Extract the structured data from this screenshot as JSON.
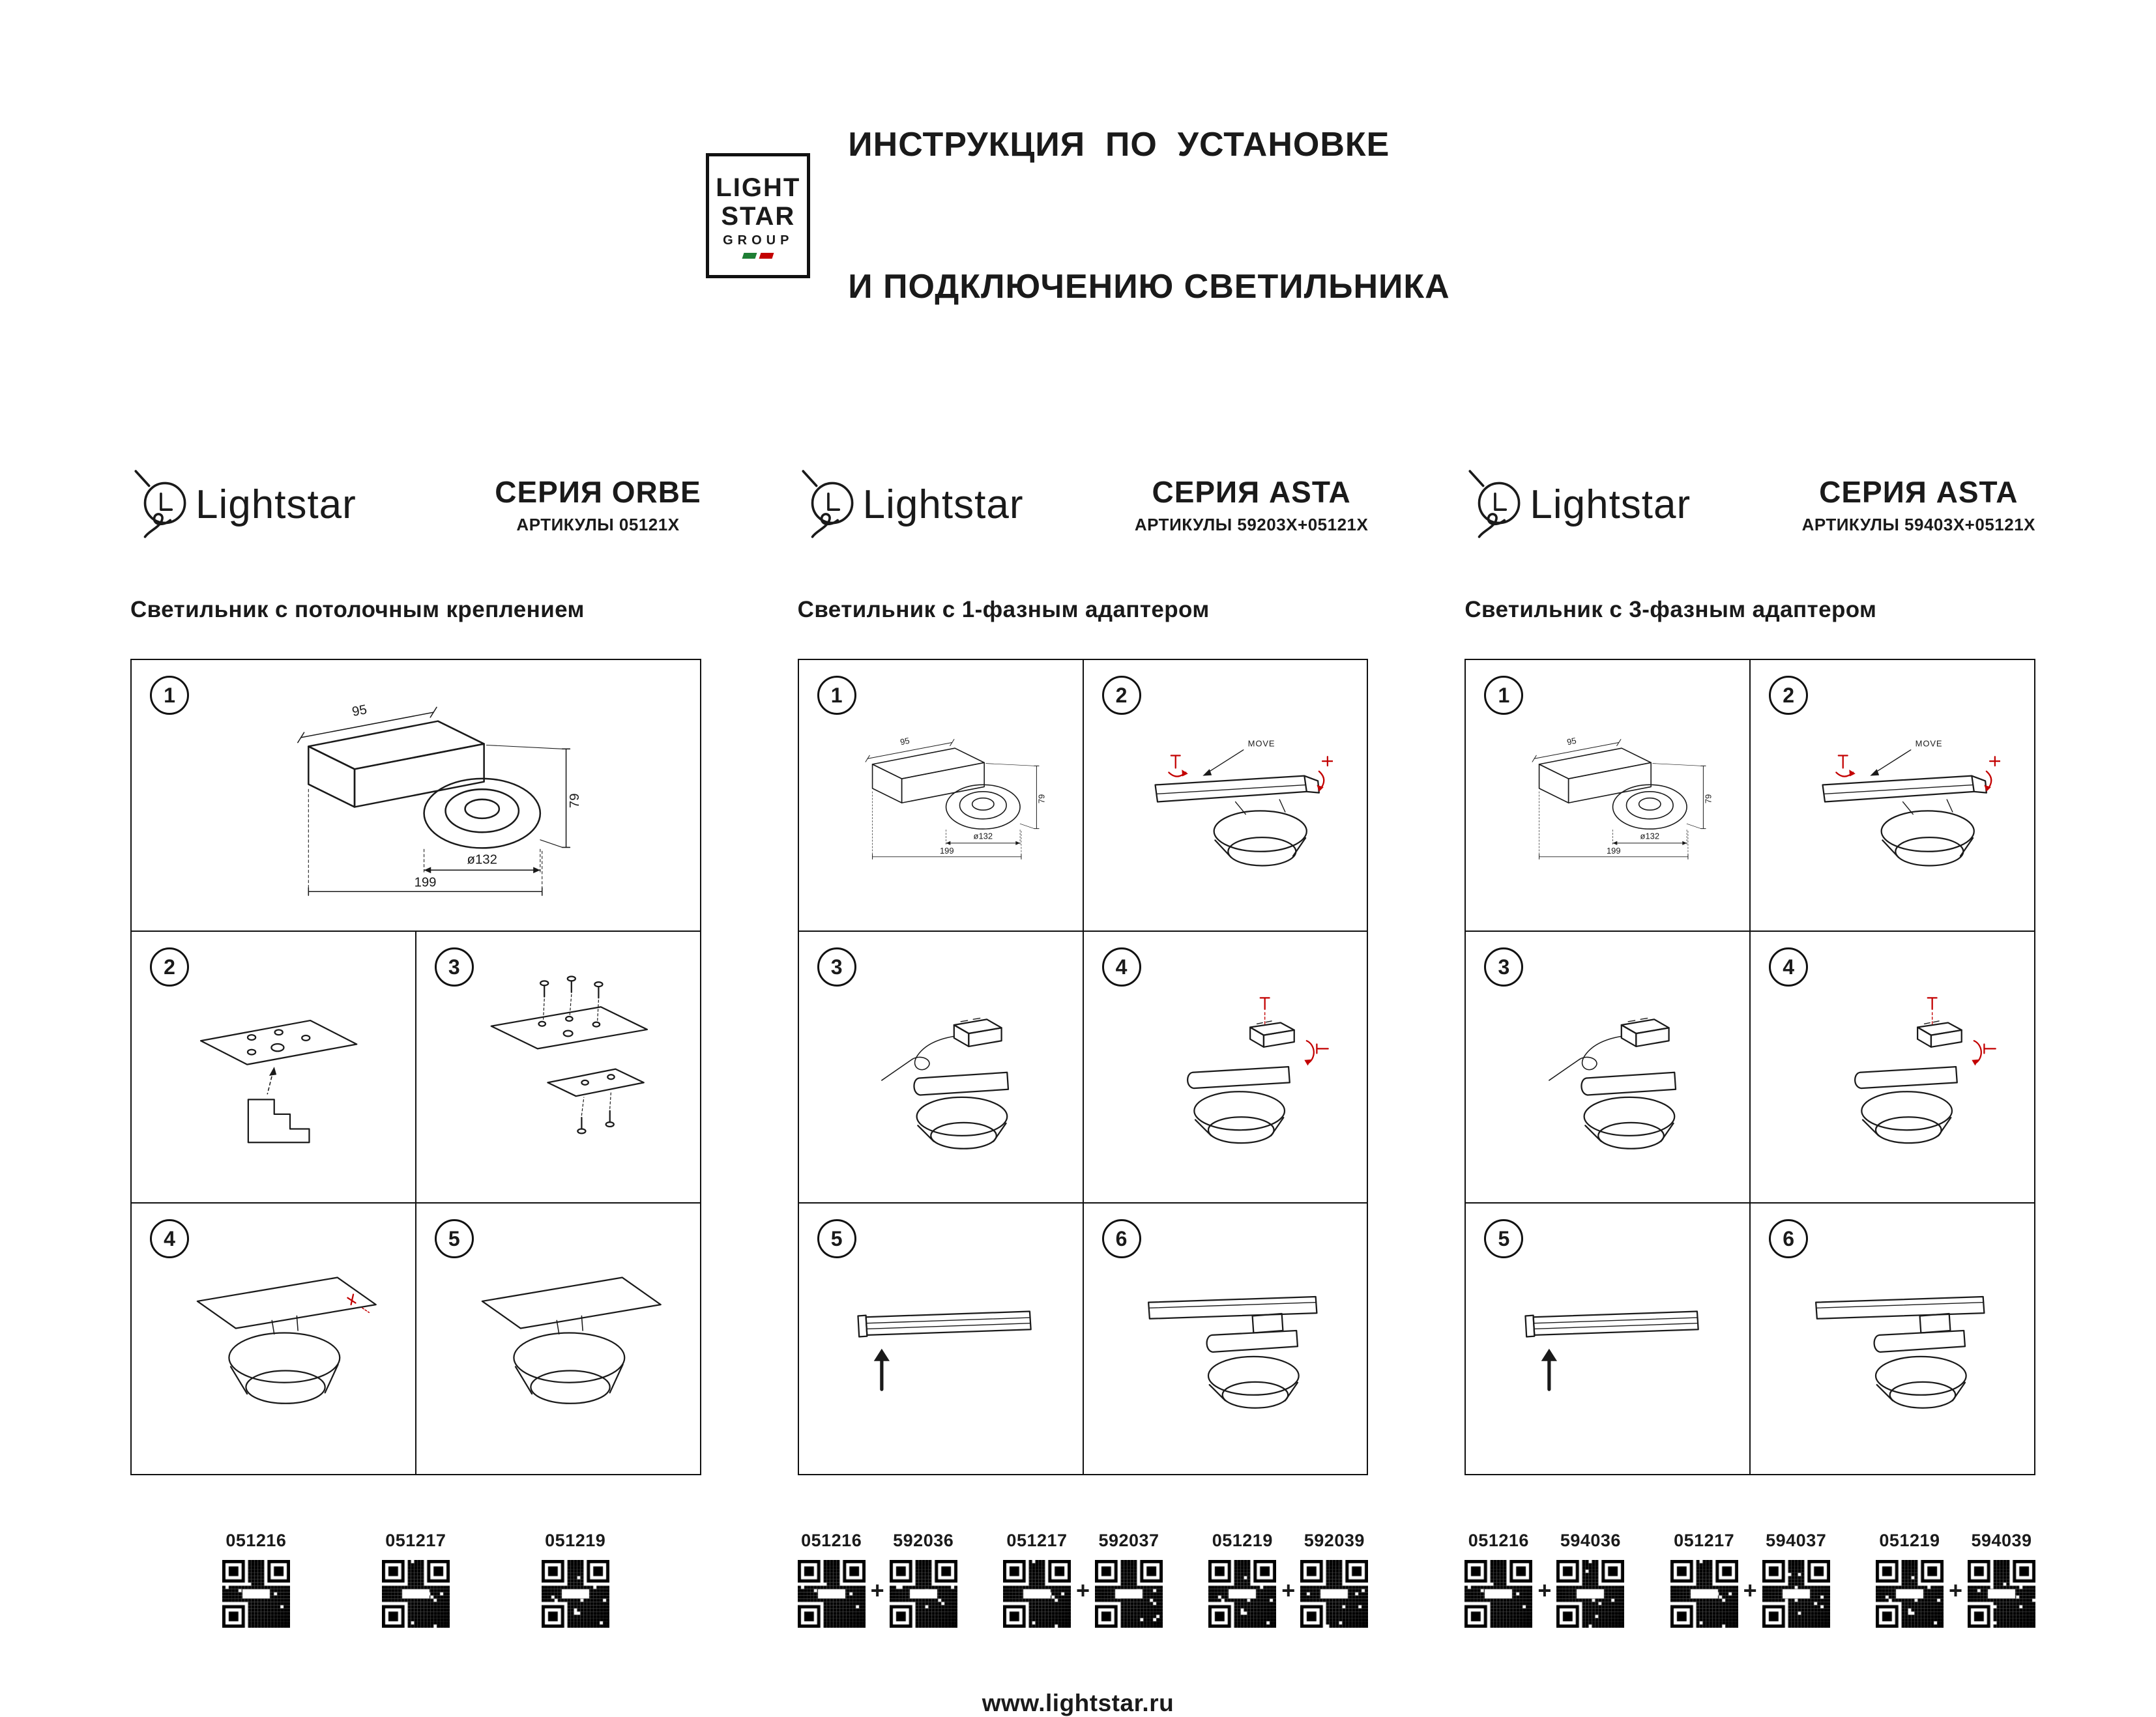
{
  "header": {
    "logo_box": {
      "line1": "LIGHT",
      "line2": "STAR",
      "line3": "GROUP"
    },
    "title_line1": "ИНСТРУКЦИЯ  ПО  УСТАНОВКЕ",
    "title_line2": "И ПОДКЛЮЧЕНИЮ СВЕТИЛЬНИКА"
  },
  "brand_name": "Lightstar",
  "move_label": "MOVE",
  "plus_sign": "+",
  "dims": {
    "depth": "95",
    "height": "79",
    "diameter": "ø132",
    "length": "199"
  },
  "colors": {
    "ink": "#1a1a1a",
    "accent_red": "#c30000"
  },
  "columns": [
    {
      "series": "СЕРИЯ ORBE",
      "articles": "АРТИКУЛЫ 05121X",
      "subtitle": "Светильник с потолочным креплением",
      "steps": [
        "1",
        "2",
        "3",
        "4",
        "5"
      ],
      "codes": [
        "051216",
        "051217",
        "051219"
      ]
    },
    {
      "series": "СЕРИЯ ASTA",
      "articles": "АРТИКУЛЫ 59203X+05121X",
      "subtitle": "Светильник с 1-фазным адаптером",
      "steps": [
        "1",
        "2",
        "3",
        "4",
        "5",
        "6"
      ],
      "codes": [
        "051216",
        "592036",
        "051217",
        "592037",
        "051219",
        "592039"
      ]
    },
    {
      "series": "СЕРИЯ ASTA",
      "articles": "АРТИКУЛЫ 59403X+05121X",
      "subtitle": "Светильник с 3-фазным адаптером",
      "steps": [
        "1",
        "2",
        "3",
        "4",
        "5",
        "6"
      ],
      "codes": [
        "051216",
        "594036",
        "051217",
        "594037",
        "051219",
        "594039"
      ]
    }
  ],
  "footer": {
    "url": "www.lightstar.ru"
  }
}
